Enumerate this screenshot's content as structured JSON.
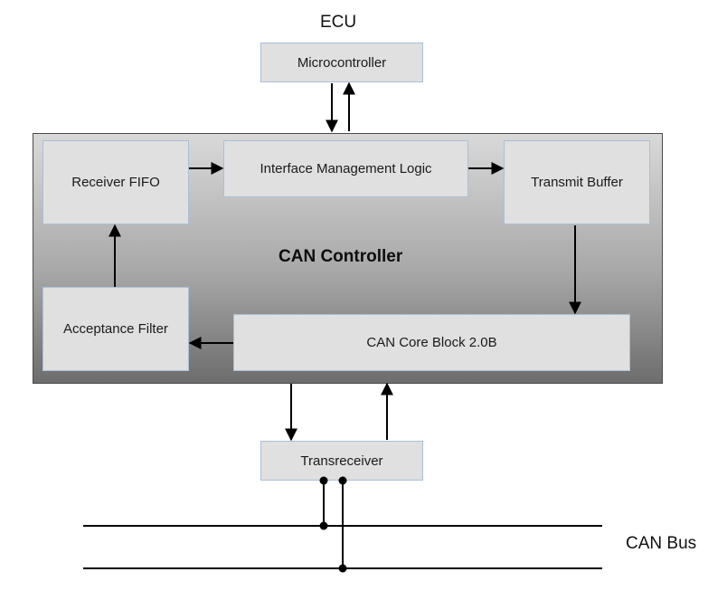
{
  "ecu_label": "ECU",
  "microcontroller": "Microcontroller",
  "controller_title": "CAN Controller",
  "blocks": {
    "receiver_fifo": "Receiver FIFO",
    "interface_logic": "Interface Management Logic",
    "transmit_buffer": "Transmit Buffer",
    "acceptance_filter": "Acceptance Filter",
    "core_block": "CAN Core Block 2.0B"
  },
  "transreceiver": "Transreceiver",
  "bus_label": "CAN Bus",
  "colors": {
    "block_fill": "#e0e0e0",
    "block_border": "#a9bfd9",
    "arrow": "#000000"
  }
}
